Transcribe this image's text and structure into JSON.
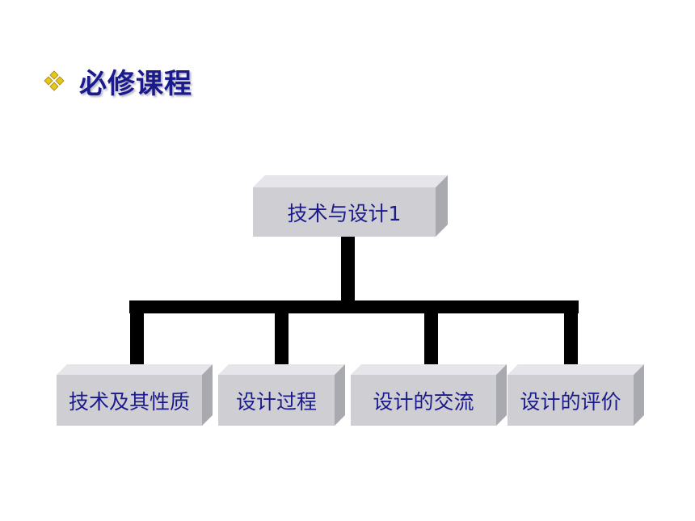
{
  "title": "必修课程",
  "bullet_icon": "diamond-cluster-icon",
  "colors": {
    "title": "#1a1a8c",
    "box_face": "#cfcfd3",
    "box_top": "#e6e6ea",
    "box_side": "#a9a9b0",
    "connector": "#000000",
    "bullet": "#e6c619"
  },
  "diagram": {
    "root": {
      "label": "技术与设计1"
    },
    "children": [
      {
        "label": "技术及其性质"
      },
      {
        "label": "设计过程"
      },
      {
        "label": "设计的交流"
      },
      {
        "label": "设计的评价"
      }
    ]
  }
}
